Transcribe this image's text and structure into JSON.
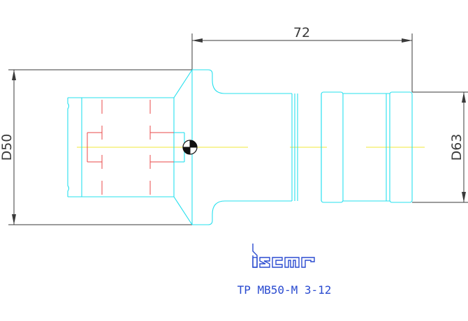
{
  "dimensions": {
    "overall_length": "72",
    "flange_diameter": "D50",
    "shank_diameter": "D63"
  },
  "brand": {
    "logo_text": "iscar"
  },
  "caption": "TP MB50-M 3-12",
  "colors": {
    "outline": "#26e0ee",
    "hidden": "#e84a4a",
    "centerline": "#f0ea3a",
    "dimension": "#3a3a3a",
    "logo": "#2a4bd0",
    "caption": "#2a4bd0"
  }
}
